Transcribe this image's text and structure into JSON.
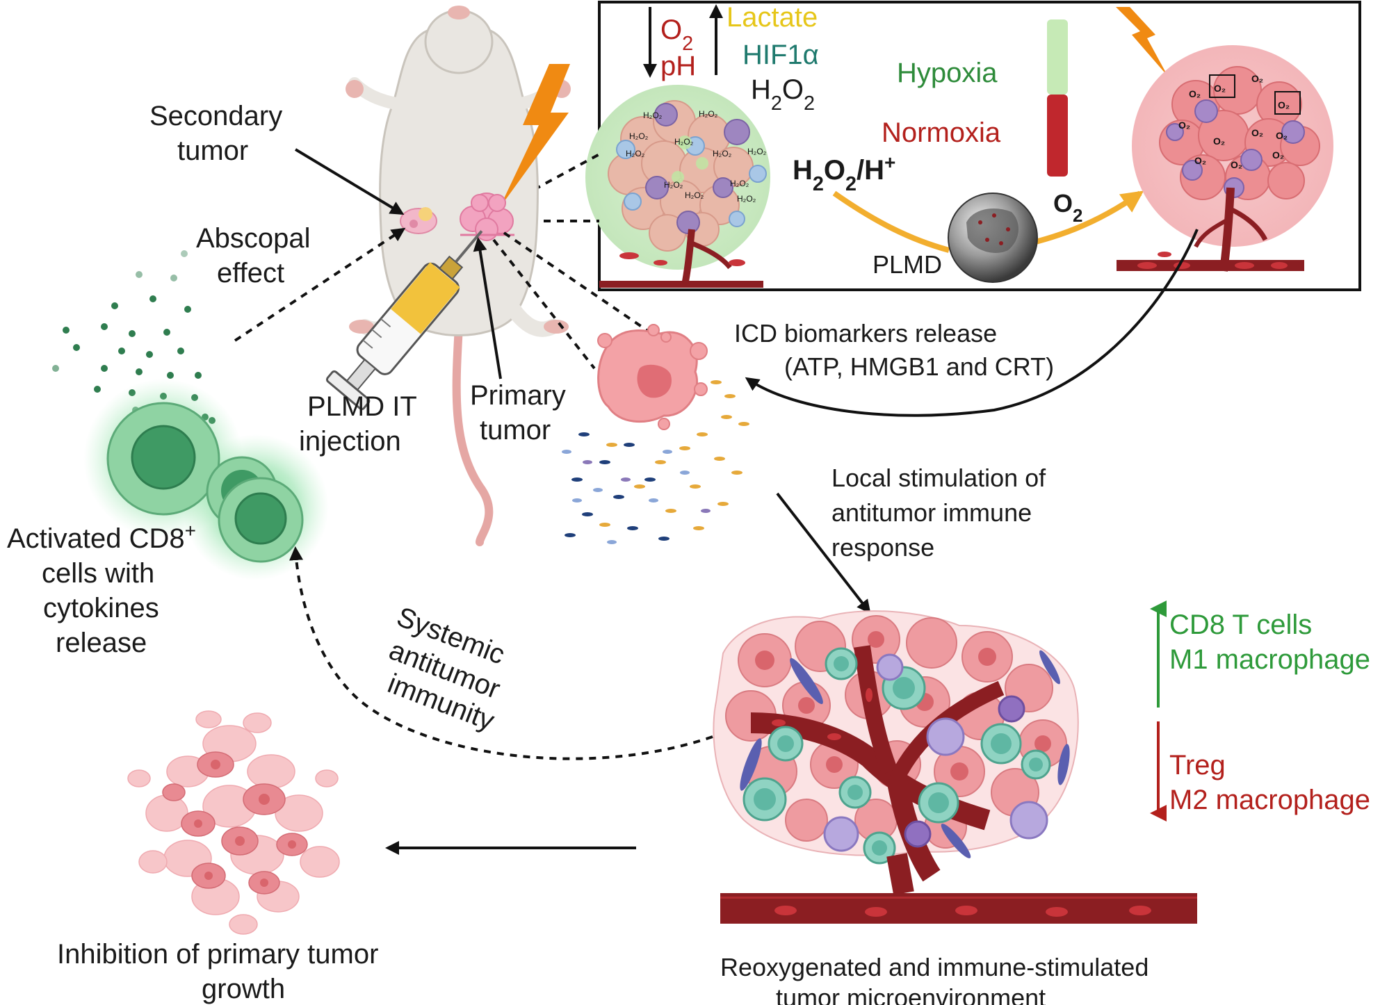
{
  "labels": {
    "secondary_tumor": [
      "Secondary",
      "tumor"
    ],
    "abscopal_effect": [
      "Abscopal",
      "effect"
    ],
    "plmd_it_injection": [
      "PLMD IT",
      "injection"
    ],
    "primary_tumor": [
      "Primary",
      "tumor"
    ],
    "activated_cd8": {
      "line1_prefix": "Activated CD8",
      "line1_sup": "+",
      "lines": [
        "cells with",
        "cytokines",
        "release"
      ]
    },
    "systemic_immunity": [
      "Systemic",
      "antitumor",
      "immunity"
    ],
    "icd_release": [
      "ICD biomarkers release",
      "(ATP, HMGB1 and CRT)"
    ],
    "local_stimulation": [
      "Local stimulation of",
      "antitumor immune",
      "response"
    ],
    "inhibition": [
      "Inhibition of primary tumor",
      "growth"
    ],
    "reoxygenated": [
      "Reoxygenated and immune-stimulated",
      "tumor microenvironment"
    ]
  },
  "inset": {
    "o2": {
      "base": "O",
      "sub": "2"
    },
    "ph": "pH",
    "lactate": "Lactate",
    "hif1a": "HIF1α",
    "h2o2": {
      "base": "H",
      "sub": "2",
      "base2": "O",
      "sub2": "2"
    },
    "hypoxia": "Hypoxia",
    "normoxia": "Normoxia",
    "h2o2_h": {
      "a": "H",
      "s1": "2",
      "b": "O",
      "s2": "2",
      "c": "/H",
      "sup": "+"
    },
    "plmd": "PLMD",
    "o2_out": {
      "base": "O",
      "sub": "2"
    },
    "cell_h2o2": {
      "base": "H",
      "sub": "2",
      "base2": "O",
      "sub2": "2"
    },
    "cell_o2": {
      "base": "O",
      "sub": "2"
    }
  },
  "immune_changes": {
    "up": [
      "CD8 T cells",
      "M1 macrophage"
    ],
    "down": [
      "Treg",
      "M2 macrophage"
    ]
  },
  "colors": {
    "red_label": "#b3201c",
    "green_label": "#2e8b3a",
    "yellow_label": "#e6c619",
    "teal_label": "#1f7a6e",
    "up_green": "#2e9a3a",
    "down_red": "#b3201c",
    "orange_bolt": "#f08a12",
    "tumor_pink": "#f2a3a8",
    "vessel_red": "#8b1e22"
  }
}
